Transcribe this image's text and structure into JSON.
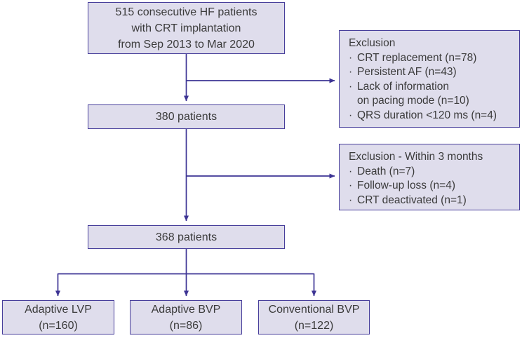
{
  "colors": {
    "background": "#ffffff",
    "box_fill": "#dfddec",
    "box_border": "#473e9b",
    "arrow": "#3d3494",
    "text": "#3b3b3b"
  },
  "flowchart": {
    "top_box": {
      "lines": [
        "515 consecutive HF patients",
        "with CRT implantation",
        "from Sep 2013 to Mar 2020"
      ]
    },
    "exclusion_1": {
      "title": "Exclusion",
      "bullet_char": "·",
      "items": [
        {
          "text": "CRT replacement (n=78)"
        },
        {
          "text": "Persistent AF (n=43)"
        },
        {
          "text": "Lack of information",
          "wrap": "on pacing mode (n=10)"
        },
        {
          "text": "QRS duration <120 ms (n=4)"
        }
      ]
    },
    "box_380": {
      "label": "380 patients"
    },
    "exclusion_2": {
      "title": "Exclusion - Within 3 months",
      "bullet_char": "·",
      "items": [
        {
          "text": "Death (n=7)"
        },
        {
          "text": "Follow-up loss (n=4)"
        },
        {
          "text": "CRT deactivated (n=1)"
        }
      ]
    },
    "box_368": {
      "label": "368 patients"
    },
    "leaf_boxes": [
      {
        "lines": [
          "Adaptive LVP",
          "(n=160)"
        ]
      },
      {
        "lines": [
          "Adaptive BVP",
          "(n=86)"
        ]
      },
      {
        "lines": [
          "Conventional BVP",
          "(n=122)"
        ]
      }
    ]
  }
}
